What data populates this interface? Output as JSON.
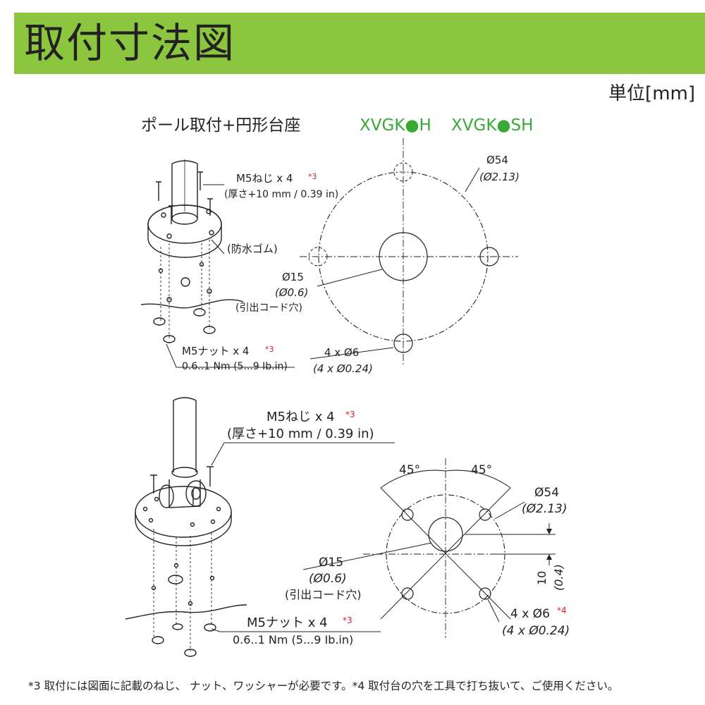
{
  "title": "取付寸法図",
  "unit": "単位[mm]",
  "top_section": {
    "heading": "ポール取付+円形台座",
    "model_1": "XVGK●H",
    "model_2": "XVGK●SH",
    "screw_label": "M5ねじ x 4",
    "screw_mark": "*3",
    "screw_sub": "(厚さ+10 mm / 0.39 in)",
    "gasket": "(防水ゴム)",
    "nut_label": "M5ナット x 4",
    "nut_mark": "*3",
    "nut_torque": "0.6..1 Nm (5...9 Ib.in)",
    "d54": "Ø54",
    "d54_in": "(Ø2.13)",
    "d15": "Ø15",
    "d15_in": "(Ø0.6)",
    "cord_hole": "(引出コード穴)",
    "holes": "4 x Ø6",
    "holes_in": "(4 x Ø0.24)"
  },
  "bottom_section": {
    "screw_label": "M5ねじ x 4",
    "screw_mark": "*3",
    "screw_sub": "(厚さ+10 mm / 0.39 in)",
    "nut_label": "M5ナット x 4",
    "nut_mark": "*3",
    "nut_torque": "0.6..1 Nm (5...9 Ib.in)",
    "angle_left": "45°",
    "angle_right": "45°",
    "d54": "Ø54",
    "d54_in": "(Ø2.13)",
    "d15": "Ø15",
    "d15_in": "(Ø0.6)",
    "cord_hole": "(引出コード穴)",
    "holes": "4 x Ø6",
    "holes_mark": "*4",
    "holes_in": "(4 x Ø0.24)",
    "offset": "10",
    "offset_in": "(0.4)"
  },
  "footnote": "*3 取付には図面に記載のねじ、 ナット、ワッシャーが必要です。*4 取付台の穴を工具で打ち抜いて、ご使用ください。",
  "colors": {
    "header": "#8cc63f",
    "model_text": "#39a935",
    "note_mark": "#d0202a"
  }
}
